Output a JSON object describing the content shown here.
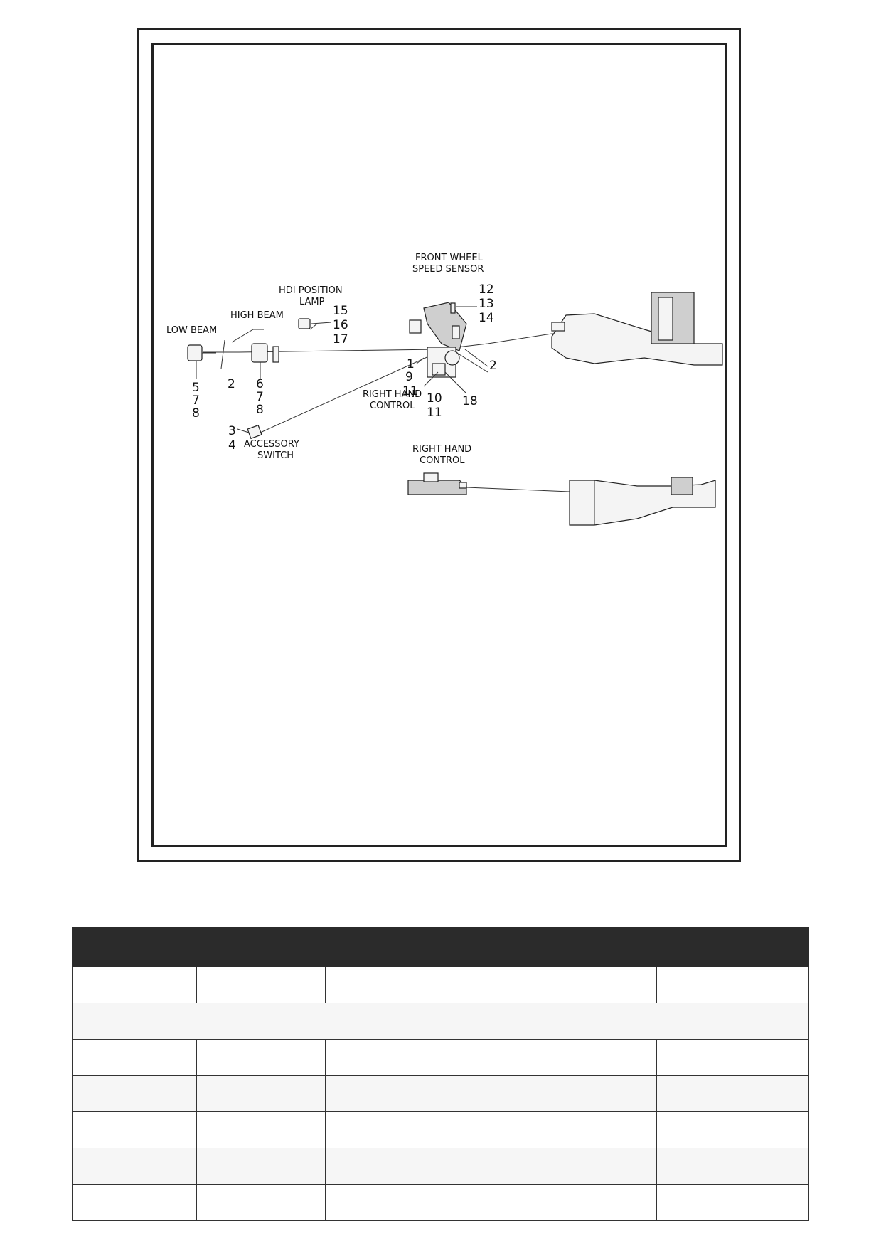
{
  "figure": {
    "labels": {
      "front_wheel_speed_sensor_l1": "FRONT WHEEL",
      "front_wheel_speed_sensor_l2": "SPEED SENSOR",
      "hdi_position_lamp_l1": "HDI POSITION",
      "hdi_position_lamp_l2": "LAMP",
      "high_beam": "HIGH BEAM",
      "low_beam": "LOW BEAM",
      "accessory_switch_l1": "ACCESSORY",
      "accessory_switch_l2": "SWITCH",
      "right_hand_control_a_l1": "RIGHT HAND",
      "right_hand_control_a_l2": "CONTROL",
      "right_hand_control_b_l1": "RIGHT HAND",
      "right_hand_control_b_l2": "CONTROL"
    },
    "callouts": {
      "n12": "12",
      "n13": "13",
      "n14": "14",
      "n15": "15",
      "n16": "16",
      "n17": "17",
      "n2a": "2",
      "n2b": "2",
      "n5": "5",
      "n7a": "7",
      "n8a": "8",
      "n6": "6",
      "n7b": "7",
      "n8b": "8",
      "n1": "1",
      "n9": "9",
      "n11a": "11",
      "n10": "10",
      "n11b": "11",
      "n18": "18",
      "n3": "3",
      "n4": "4"
    }
  },
  "table": {
    "headers": [
      "",
      "",
      "",
      ""
    ],
    "rows": [
      {
        "type": "normal",
        "cells": [
          "",
          "",
          "",
          ""
        ]
      },
      {
        "type": "span",
        "cells": [
          ""
        ]
      },
      {
        "type": "normal",
        "cells": [
          "",
          "",
          "",
          ""
        ]
      },
      {
        "type": "alt",
        "cells": [
          "",
          "",
          "",
          ""
        ]
      },
      {
        "type": "normal",
        "cells": [
          "",
          "",
          "",
          ""
        ]
      },
      {
        "type": "alt",
        "cells": [
          "",
          "",
          "",
          ""
        ]
      },
      {
        "type": "normal",
        "cells": [
          "",
          "",
          "",
          ""
        ]
      }
    ]
  }
}
